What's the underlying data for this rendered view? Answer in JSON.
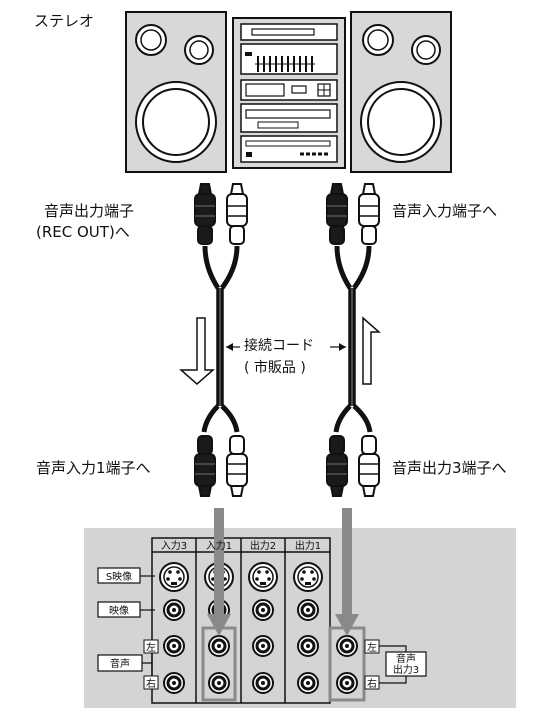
{
  "stereo": {
    "label": "ステレオ"
  },
  "cable_labels": {
    "top_left_line1": "音声出力端子",
    "top_left_line2": "(REC OUT)へ",
    "top_right": "音声入力端子へ",
    "cord_name": "接続コード",
    "cord_note": "( 市販品 )",
    "bottom_left": "音声入力1端子へ",
    "bottom_right": "音声出力3端子へ"
  },
  "panel": {
    "columns": [
      "入力3",
      "入力1",
      "出力2",
      "出力1"
    ],
    "row_labels": {
      "s_video": "S映像",
      "video": "映像",
      "audio": "音声"
    },
    "left": "左",
    "right": "右",
    "output3_line1": "音声",
    "output3_line2": "出力3"
  },
  "colors": {
    "panel_bg": "#d4d4d4",
    "arrow": "#8a8a8a",
    "plug_dark": "#1a1a1a",
    "cable": "#111111"
  }
}
